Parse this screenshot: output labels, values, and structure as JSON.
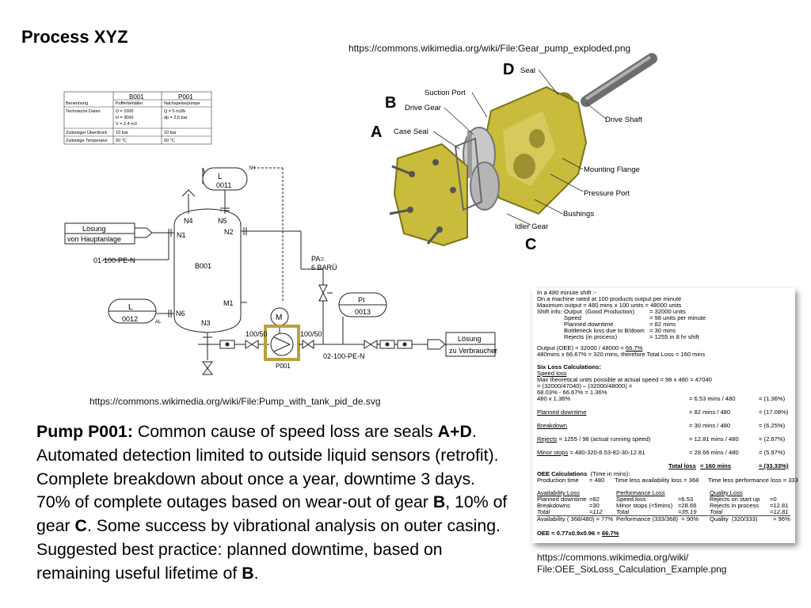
{
  "slide": {
    "title": "Process XYZ",
    "gear_source": "https://commons.wikimedia.org/wiki/File:Gear_pump_exploded.png",
    "pid_source": "https://commons.wikimedia.org/wiki/File:Pump_with_tank_pid_de.svg",
    "oee_source_line1": "https://commons.wikimedia.org/wiki/",
    "oee_source_line2": "File:OEE_SixLoss_Calculation_Example.png"
  },
  "body": {
    "lead": "Pump P001:",
    "t1": " Common cause of speed loss are seals ",
    "b_ad": "A+D",
    "t2": ". Automated detection limited to outside liquid sensors (retrofit). Complete breakdown about once a year, downtime 3 days. 70% of complete outages based on wear-out of gear ",
    "b_b1": "B",
    "t3": ", 10% of gear ",
    "b_c": "C",
    "t4": ". Some success by vibrational analysis on outer casing. Suggested best practice: planned downtime, based on remaining useful lifetime of ",
    "b_b2": "B",
    "t5": "."
  },
  "gear": {
    "letters": {
      "a": "A",
      "b": "B",
      "c": "C",
      "d": "D"
    },
    "labels": {
      "seal": "Seal",
      "suction_port": "Suction Port",
      "drive_gear": "Drive Gear",
      "case_seal": "Case Seal",
      "drive_shaft": "Drive Shaft",
      "mounting_flange": "Mounting Flange",
      "pressure_port": "Pressure Port",
      "bushings": "Bushings",
      "idler_gear": "Idler Gear"
    },
    "colors": {
      "body": "#c9bb3c",
      "body_dark": "#8f8420",
      "steel": "#8a8a8a"
    }
  },
  "pid": {
    "table": {
      "h1": "B001",
      "h2": "P001",
      "r1": [
        "Benennung",
        "Pufferbehälter",
        "Nachspeisepumpe"
      ],
      "r2": [
        "Technische Daten",
        "D = 1000",
        "Q = 5 m3/h"
      ],
      "r2b": [
        "",
        "H = 3000",
        "dp = 2,5 bar"
      ],
      "r2c": [
        "",
        "V = 2,4 m3",
        ""
      ],
      "r3": [
        "Zulässiger Überdruck",
        "10 bar",
        "10 bar"
      ],
      "r4": [
        "Zulässige Temperatur",
        "50 °C",
        "50 °C"
      ]
    },
    "labels": {
      "l_top": "L",
      "l_top_num": "0011",
      "sh": "SH",
      "n4": "N4",
      "n5": "N5",
      "n1": "N1",
      "n2": "N2",
      "n6": "N6",
      "n3": "N3",
      "m1": "M1",
      "b001": "B001",
      "losung_in": "Lösung",
      "hauptanlage": "von Hauptanlage",
      "line_in": "01-100-PE-N",
      "pa": "PA=",
      "pa_val": "6 BARÜ",
      "motor": "M",
      "pi": "PI",
      "pi_num": "0013",
      "l_left": "L",
      "l_left_num": "0012",
      "al": "AL",
      "dn_left": "100/50",
      "dn_right": "100/50",
      "p001": "P001",
      "line_out": "02-100-PE-N",
      "losung_out": "Lösung",
      "verbraucher": "zu Verbraucher"
    },
    "colors": {
      "highlight": "#b7a13a"
    }
  },
  "oee": {
    "l1": "In a 480 minute shift :-",
    "l2": "On a machine rated at 100 products output per minute",
    "l3": "Maximum output = 480 mins x 100 units = 48000 units",
    "l4a": "Shift info:",
    "l4b": "Output  (Good Production)",
    "l4c": "= 32000 units",
    "l5b": "Speed",
    "l5c": "= 98 units per minute",
    "l6b": "Planned downtime",
    "l6c": "= 82 mins",
    "l7b": "Bottleneck loss due to B/down",
    "l7c": "= 30 mins",
    "l8b": "Rejects (in process)",
    "l8c": "= 1255 in 8 hr shift",
    "l9a": "Output (OEE) = 32000 / 48000 = ",
    "l9b": "66.7%",
    "l10": "480mins x 66.67% = 320 mins, therefore Total Loss = 160 mins",
    "six": "Six Loss Calculations:",
    "speed_loss": "Speed loss",
    "s1": "Max theoretical units possible at actual speed = 98 x 480 = 47040",
    "s2": "= (32000/47040) – (32000/48000) =",
    "s3": "68.03% - 66.67% = 1.36%",
    "s4a": "480 x 1.36%",
    "s4b": "= 6.53 mins / 480",
    "s4c": "= (1.36%)",
    "pd": "Planned downtime",
    "pdb": "= 82 mins / 480",
    "pdc": "= (17.08%)",
    "bd": "Breakdown",
    "bdb": "= 30 mins / 480",
    "bdc": "= (6.25%)",
    "rj": "Rejects",
    "rja": " = 1255 / 98 (actual running speed)",
    "rjb": "= 12.81 mins / 480",
    "rjc": "= (2.67%)",
    "ms": "Minor stops",
    "msa": " = 480-320-6.53-82-30-12.81",
    "msb": "= 28.66 mins / 480",
    "msc": "= (5.97%)",
    "tl": "Total loss",
    "tlb": "= 160 mins",
    "tlc": "= (33.33%)",
    "oc": "OEE Calculations",
    "oca": "  (Time in mins):",
    "pt": "Production time",
    "pta": "= 480",
    "ptb": "Time less availability loss = 368",
    "ptc": "Time less performance loss = 333",
    "h_av": "Availability Loss",
    "h_pf": "Performance Loss",
    "h_ql": "Quality Loss",
    "c1a": "Planned downtime",
    "c1b": "=82",
    "c1c": "Speed loss",
    "c1d": "=6.53",
    "c1e": "Rejects on start up",
    "c1f": "=0",
    "c2a": "Breakdowns",
    "c2b": "=30",
    "c2c": "Minor stops (<5mins)",
    "c2d": "=28.66",
    "c2e": "Rejects in process",
    "c2f": "=12.81",
    "c3a": "Total",
    "c3b": "=112",
    "c3c": "Total",
    "c3d": "=35.19",
    "c3e": "Total",
    "c3f": "=12.81",
    "c4a": "Availability ( 368/480) = 77%",
    "c4b": "Performance (333/368)  = 90%",
    "c4c": "Quality  (320/333)",
    "c4d": "= 96%",
    "fin_a": "OEE = 0.77x0.9x0.96 = ",
    "fin_b": "66.7%"
  }
}
